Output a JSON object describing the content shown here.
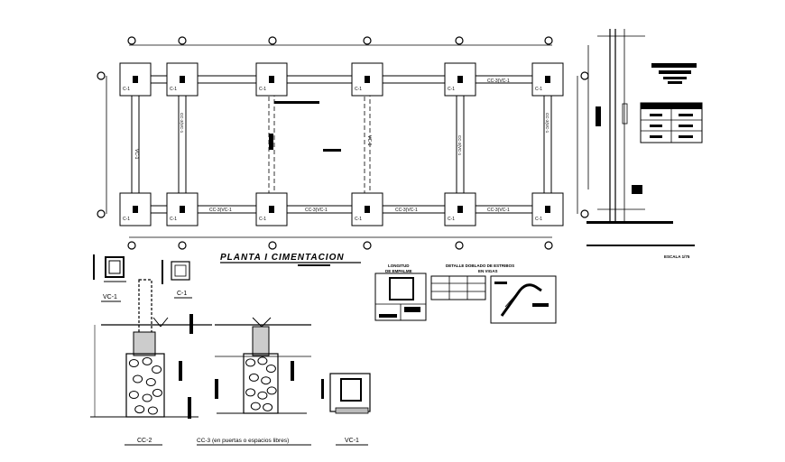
{
  "plan": {
    "title": "PLANTA I CIMENTACION",
    "footings": [
      "C-1",
      "C-1",
      "C-1",
      "C-1",
      "C-1",
      "C-1",
      "C-1",
      "C-1",
      "C-1",
      "C-1",
      "C-1",
      "C-1"
    ],
    "top_beam_label": "CC-3(VC-1",
    "bottom_beam_labels": [
      "CC-3(VC-1",
      "CC-3(VC-1",
      "CC-3(VC-1",
      "CC-3(VC-1"
    ],
    "left_beam_label": "VC-1",
    "center_beam_label": "VC-1",
    "inner_col_labels": [
      "CC-3(VC-1",
      "CC-3(VC-1",
      "CC-3(VC-1"
    ]
  },
  "sections": {
    "vc1_top_label": "VC-1",
    "c1_label": "C-1",
    "cc2_label": "CC-2",
    "cc3_label": "CC-3 (en puertas o espacios libres)",
    "vc1_bottom_label": "VC-1"
  },
  "details": {
    "longitud_title": "LONGITUD\nDE EMPALME",
    "doblado_title": "DETALLE DOBLADO DE ESTRIBOS\nEN VIGAS",
    "escala": "ESCALA 1/75"
  }
}
